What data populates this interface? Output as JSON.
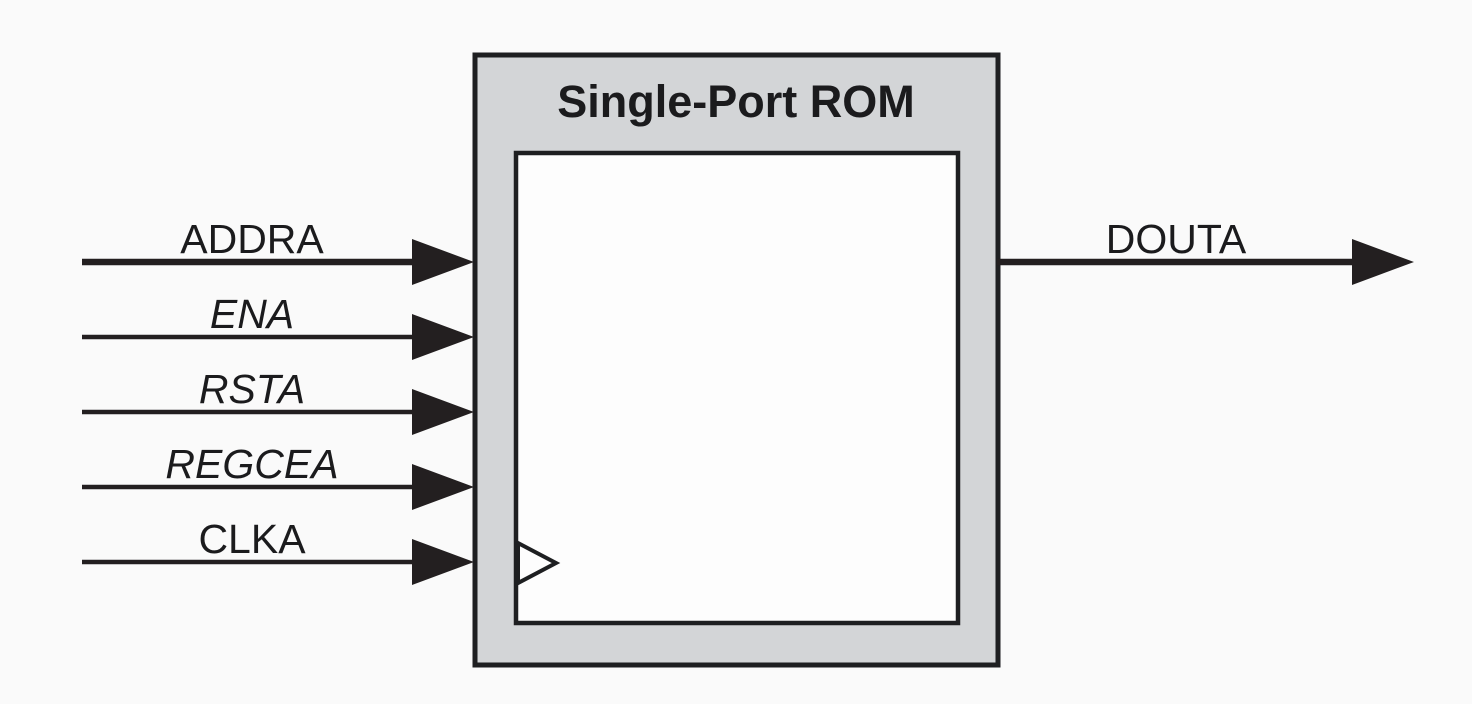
{
  "diagram": {
    "title": "Single-Port ROM",
    "type": "block-diagram",
    "inputs": [
      {
        "label": "ADDRA",
        "font_style": "normal",
        "bus": true
      },
      {
        "label": "ENA",
        "font_style": "italic",
        "bus": false
      },
      {
        "label": "RSTA",
        "font_style": "italic",
        "bus": false
      },
      {
        "label": "REGCEA",
        "font_style": "italic",
        "bus": false
      },
      {
        "label": "CLKA",
        "font_style": "normal",
        "bus": false
      }
    ],
    "outputs": [
      {
        "label": "DOUTA",
        "font_style": "normal",
        "bus": true
      }
    ],
    "clock_symbol": "edge-triggered-triangle",
    "colors": {
      "background": "#fafafa",
      "block_fill": "#d3d5d7",
      "block_border": "#1e1f21",
      "inner_fill": "#fdfdfd",
      "signal_line": "#231f20",
      "label_text": "#1b1b1d"
    }
  }
}
